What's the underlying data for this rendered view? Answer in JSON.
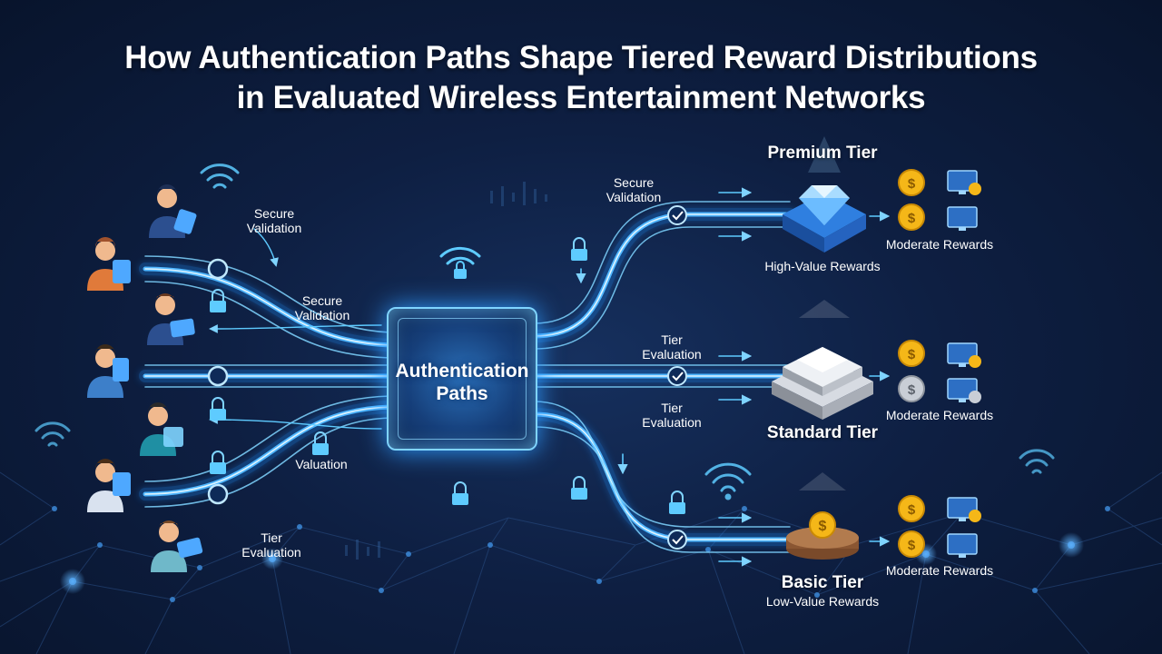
{
  "title": {
    "line1": "How Authentication Paths Shape Tiered Reward Distributions",
    "line2": "in Evaluated Wireless Entertainment Networks"
  },
  "hub": {
    "label_line1": "Authentication",
    "label_line2": "Paths"
  },
  "left_labels": {
    "secure_validation_1": {
      "line1": "Secure",
      "line2": "Validation"
    },
    "secure_validation_2": {
      "line1": "Secure",
      "line2": "Validation"
    },
    "valuation": "Valuation",
    "tier_evaluation": {
      "line1": "Tier",
      "line2": "Evaluation"
    }
  },
  "right_labels": {
    "secure_validation": {
      "line1": "Secure",
      "line2": "Validation"
    },
    "tier_evaluation_1": {
      "line1": "Tier",
      "line2": "Evaluation"
    },
    "tier_evaluation_2": {
      "line1": "Tier",
      "line2": "Evaluation"
    }
  },
  "tiers": {
    "premium": {
      "name": "Premium Tier",
      "subtitle": "High-Value Rewards",
      "reward_label": "Moderate Rewards"
    },
    "standard": {
      "name": "Standard Tier",
      "reward_label": "Moderate Rewards"
    },
    "basic": {
      "name": "Basic Tier",
      "subtitle": "Low-Value Rewards",
      "reward_label": "Moderate Rewards"
    }
  },
  "users": [
    {
      "icon": "user-tablet-icon"
    },
    {
      "icon": "user-tablet-icon"
    },
    {
      "icon": "user-tablet-icon"
    },
    {
      "icon": "user-tablet-icon"
    },
    {
      "icon": "user-tablet-icon"
    },
    {
      "icon": "user-tablet-icon"
    },
    {
      "icon": "user-tablet-icon"
    }
  ],
  "colors": {
    "background": "#0e1f42",
    "path_glow": "#2f9bff",
    "path_core": "#bfe8ff",
    "coin_gold": "#f5b718",
    "coin_silver": "#c9ced6",
    "accent": "#5ecbff"
  }
}
